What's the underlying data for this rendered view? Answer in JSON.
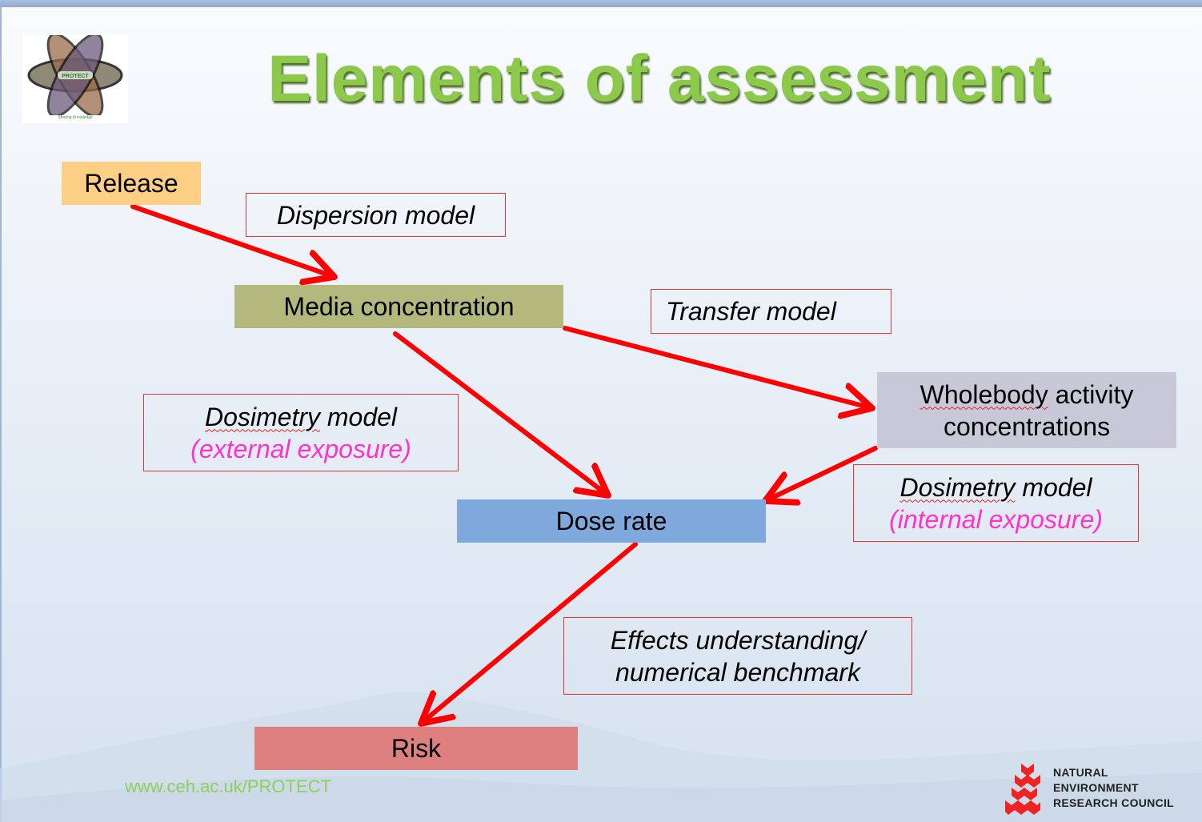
{
  "slide": {
    "title": "Elements of assessment",
    "logo": {
      "name": "protect-logo",
      "caption": "Sharing Knowledge",
      "center_text": "PROTECT"
    },
    "nodes": {
      "release": "Release",
      "media": "Media concentration",
      "wholebody_line1": "Wholebody activity",
      "wholebody_line2": "concentrations",
      "dose": "Dose rate",
      "risk": "Risk"
    },
    "labels": {
      "dispersion": "Dispersion model",
      "transfer": "Transfer model",
      "dosimetry_ext_line1": "Dosimetry model",
      "dosimetry_ext_line2": "(external exposure)",
      "dosimetry_int_line1": "Dosimetry model",
      "dosimetry_int_line2": "(internal exposure)",
      "effects_line1": "Effects understanding/",
      "effects_line2": "numerical benchmark"
    },
    "footer": {
      "url": "www.ceh.ac.uk/PROTECT",
      "nerc_line1": "NATURAL",
      "nerc_line2": "ENVIRONMENT",
      "nerc_line3": "RESEARCH COUNCIL"
    },
    "colors": {
      "title": "#8cc94a",
      "arrow": "#ff0000",
      "label_border": "#ee3333",
      "release": "#fdcf85",
      "media": "#b3b97c",
      "wholebody": "#c8c8d9",
      "dose": "#7fa9dd",
      "risk": "#df8080",
      "exposure_text": "#ff33cc",
      "url": "#8ed05a"
    },
    "edges": [
      {
        "from": "release",
        "to": "media",
        "label": "dispersion"
      },
      {
        "from": "media",
        "to": "wholebody",
        "label": "transfer"
      },
      {
        "from": "media",
        "to": "dose",
        "label": "dosimetry_ext"
      },
      {
        "from": "wholebody",
        "to": "dose",
        "label": "dosimetry_int"
      },
      {
        "from": "dose",
        "to": "risk",
        "label": "effects"
      }
    ]
  }
}
